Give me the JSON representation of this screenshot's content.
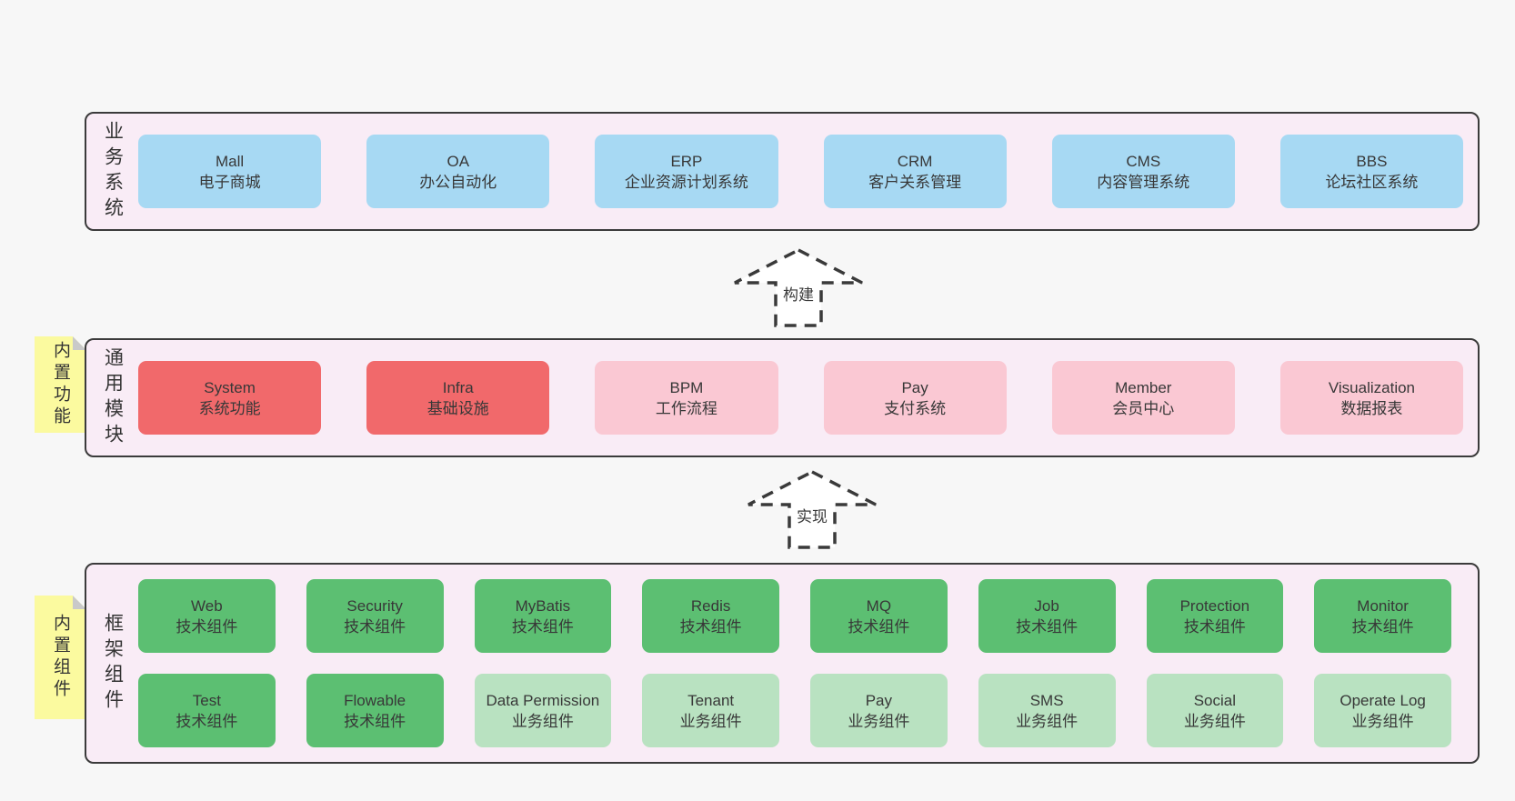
{
  "colors": {
    "page_bg": "#f7f7f7",
    "layer_bg": "#f9ecf6",
    "layer_border": "#3b3b3b",
    "blue_box": "#a7d9f3",
    "red_box": "#f1696b",
    "pink_box": "#fac8d3",
    "green_box": "#5cbf72",
    "light_green_box": "#b9e2c1",
    "note_yellow": "#fbfa9f",
    "note_fold_grey": "#c9c9c9",
    "text": "#3a3a3a"
  },
  "layers": [
    {
      "name": "business-systems",
      "side_label": "业务系统",
      "note": null,
      "box_rows": [
        [
          {
            "title": "Mall",
            "subtitle": "电子商城",
            "variant": "blue"
          },
          {
            "title": "OA",
            "subtitle": "办公自动化",
            "variant": "blue"
          },
          {
            "title": "ERP",
            "subtitle": "企业资源计划系统",
            "variant": "blue"
          },
          {
            "title": "CRM",
            "subtitle": "客户关系管理",
            "variant": "blue"
          },
          {
            "title": "CMS",
            "subtitle": "内容管理系统",
            "variant": "blue"
          },
          {
            "title": "BBS",
            "subtitle": "论坛社区系统",
            "variant": "blue"
          }
        ]
      ]
    },
    {
      "name": "common-modules",
      "side_label": "通用模块",
      "note": "内置功能",
      "box_rows": [
        [
          {
            "title": "System",
            "subtitle": "系统功能",
            "variant": "red"
          },
          {
            "title": "Infra",
            "subtitle": "基础设施",
            "variant": "red"
          },
          {
            "title": "BPM",
            "subtitle": "工作流程",
            "variant": "pink"
          },
          {
            "title": "Pay",
            "subtitle": "支付系统",
            "variant": "pink"
          },
          {
            "title": "Member",
            "subtitle": "会员中心",
            "variant": "pink"
          },
          {
            "title": "Visualization",
            "subtitle": "数据报表",
            "variant": "pink"
          }
        ]
      ]
    },
    {
      "name": "framework-components",
      "side_label": "框架组件",
      "note": "内置组件",
      "box_rows": [
        [
          {
            "title": "Web",
            "subtitle": "技术组件",
            "variant": "green"
          },
          {
            "title": "Security",
            "subtitle": "技术组件",
            "variant": "green"
          },
          {
            "title": "MyBatis",
            "subtitle": "技术组件",
            "variant": "green"
          },
          {
            "title": "Redis",
            "subtitle": "技术组件",
            "variant": "green"
          },
          {
            "title": "MQ",
            "subtitle": "技术组件",
            "variant": "green"
          },
          {
            "title": "Job",
            "subtitle": "技术组件",
            "variant": "green"
          },
          {
            "title": "Protection",
            "subtitle": "技术组件",
            "variant": "green"
          },
          {
            "title": "Monitor",
            "subtitle": "技术组件",
            "variant": "green"
          }
        ],
        [
          {
            "title": "Test",
            "subtitle": "技术组件",
            "variant": "green"
          },
          {
            "title": "Flowable",
            "subtitle": "技术组件",
            "variant": "green"
          },
          {
            "title": "Data Permission",
            "subtitle": "业务组件",
            "variant": "lightgreen"
          },
          {
            "title": "Tenant",
            "subtitle": "业务组件",
            "variant": "lightgreen"
          },
          {
            "title": "Pay",
            "subtitle": "业务组件",
            "variant": "lightgreen"
          },
          {
            "title": "SMS",
            "subtitle": "业务组件",
            "variant": "lightgreen"
          },
          {
            "title": "Social",
            "subtitle": "业务组件",
            "variant": "lightgreen"
          },
          {
            "title": "Operate Log",
            "subtitle": "业务组件",
            "variant": "lightgreen"
          }
        ]
      ]
    }
  ],
  "arrows": [
    {
      "label": "构建"
    },
    {
      "label": "实现"
    }
  ]
}
